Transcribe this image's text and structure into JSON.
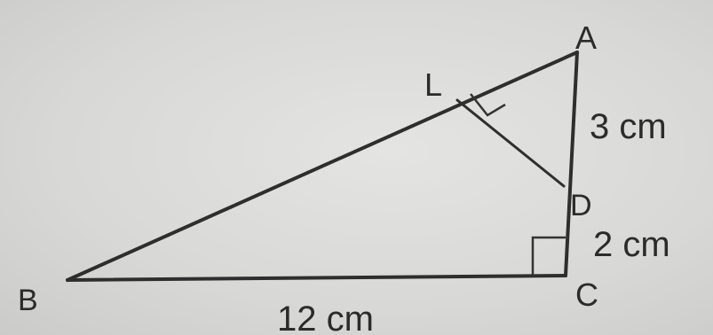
{
  "diagram": {
    "vertices": {
      "A": "A",
      "B": "B",
      "C": "C",
      "D": "D",
      "L": "L"
    },
    "measurements": {
      "AD": "3 cm",
      "DC": "2 cm",
      "BC": "12 cm"
    },
    "colors": {
      "ink": "#2e2e2e",
      "paper": "#dcdcda"
    }
  }
}
